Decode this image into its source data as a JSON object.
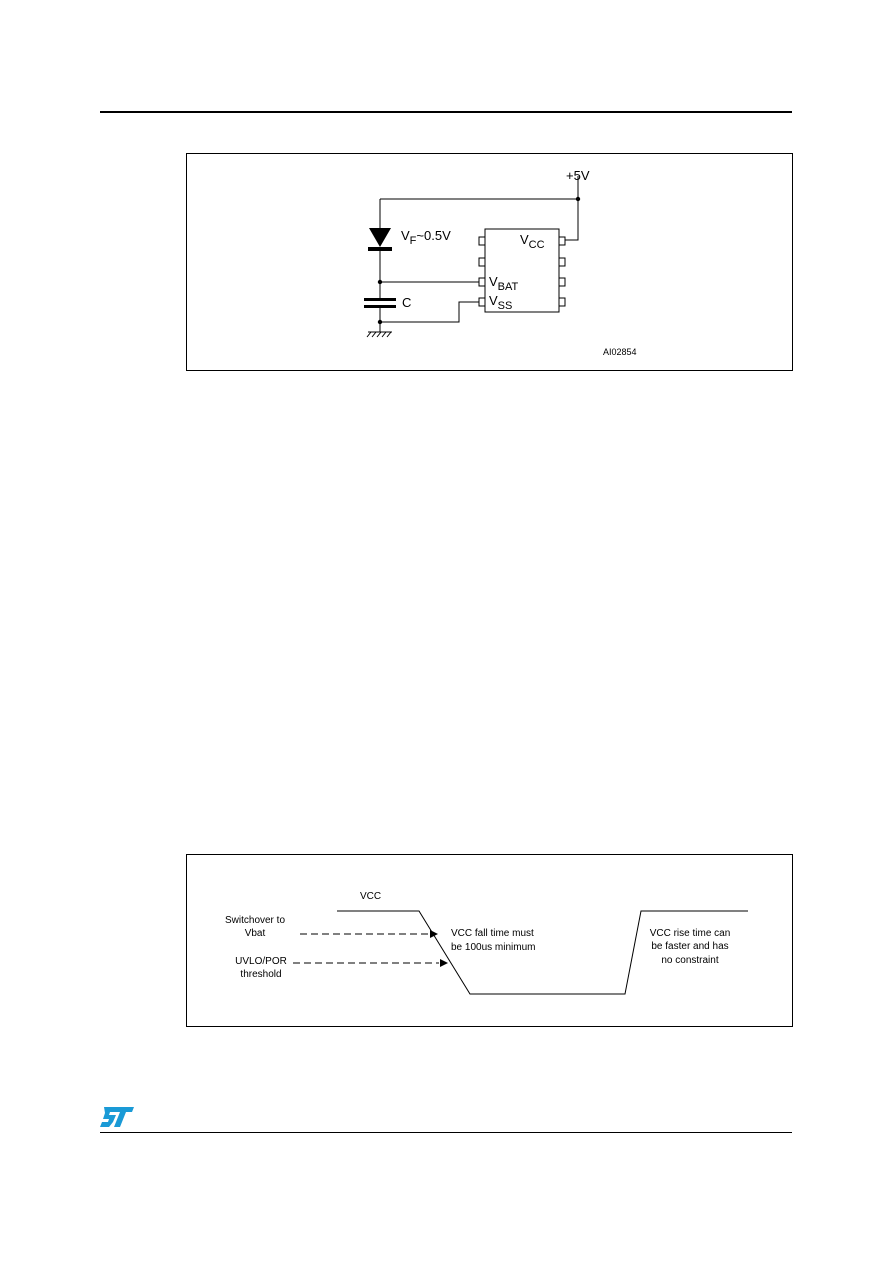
{
  "figure1": {
    "supply_label": "+5V",
    "diode_label": "V",
    "diode_sub": "F",
    "diode_value": "~0.5V",
    "cap_label": "C",
    "pin_vcc": "V",
    "pin_vcc_sub": "CC",
    "pin_vbat": "V",
    "pin_vbat_sub": "BAT",
    "pin_vss": "V",
    "pin_vss_sub": "SS",
    "figure_id": "AI02854"
  },
  "figure2": {
    "vcc_label": "VCC",
    "switchover_line1": "Switchover to",
    "switchover_line2": "Vbat",
    "uvlo_line1": "UVLO/POR",
    "uvlo_line2": "threshold",
    "fall_note_line1": "VCC fall time must",
    "fall_note_line2": "be 100us minimum",
    "rise_note_line1": "VCC rise  time can",
    "rise_note_line2": "be faster and has",
    "rise_note_line3": "no constraint"
  },
  "colors": {
    "logo": "#1a9ad6",
    "line": "#000000"
  },
  "icons": {
    "logo": "st-logo-icon"
  }
}
